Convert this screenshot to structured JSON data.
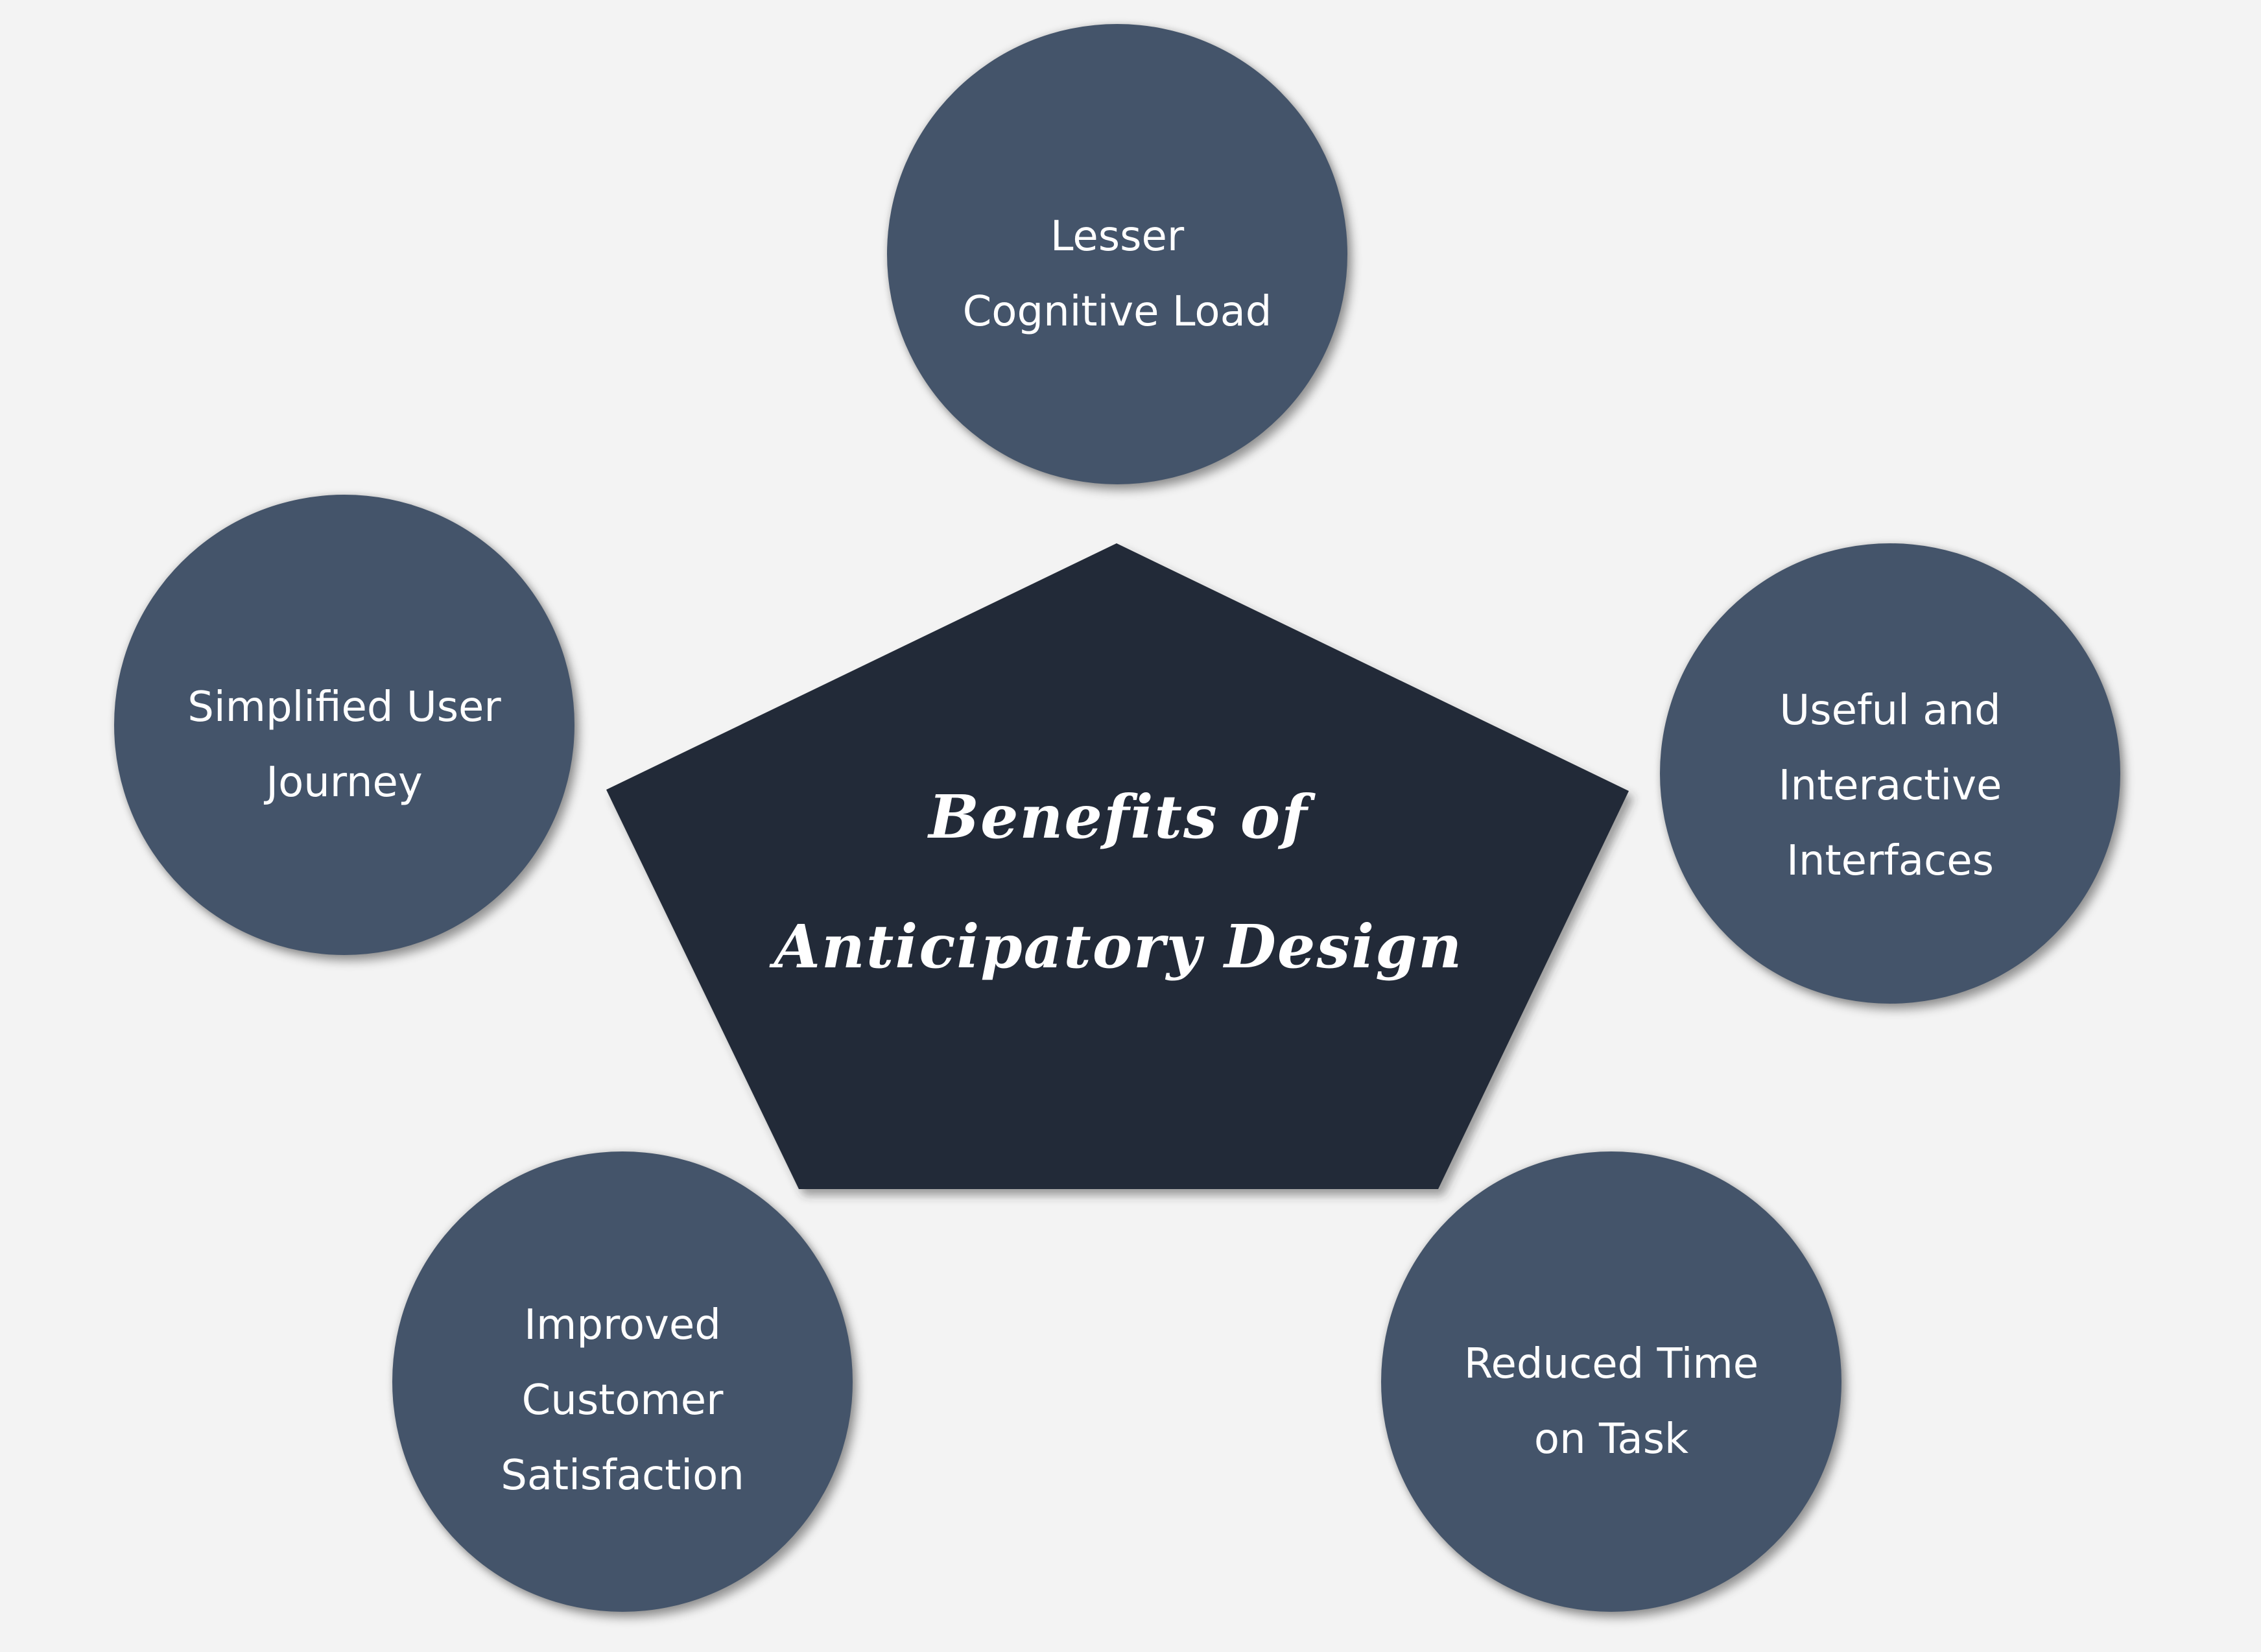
{
  "colors": {
    "background": "#f3f3f3",
    "pentagon_fill": "#232a37",
    "circle_fill": "#44546a",
    "text": "#ffffff"
  },
  "center": {
    "line1": "Benefits of",
    "line2": "Anticipatory Design"
  },
  "benefits": {
    "top": {
      "line1": "Lesser",
      "line2": "Cognitive Load"
    },
    "left": {
      "line1": "Simplified User",
      "line2": "Journey"
    },
    "right": {
      "line1": "Useful and",
      "line2": "Interactive",
      "line3": "Interfaces"
    },
    "bottom_left": {
      "line1": "Improved",
      "line2": "Customer",
      "line3": "Satisfaction"
    },
    "bottom_right": {
      "line1": "Reduced Time",
      "line2": "on Task"
    }
  }
}
